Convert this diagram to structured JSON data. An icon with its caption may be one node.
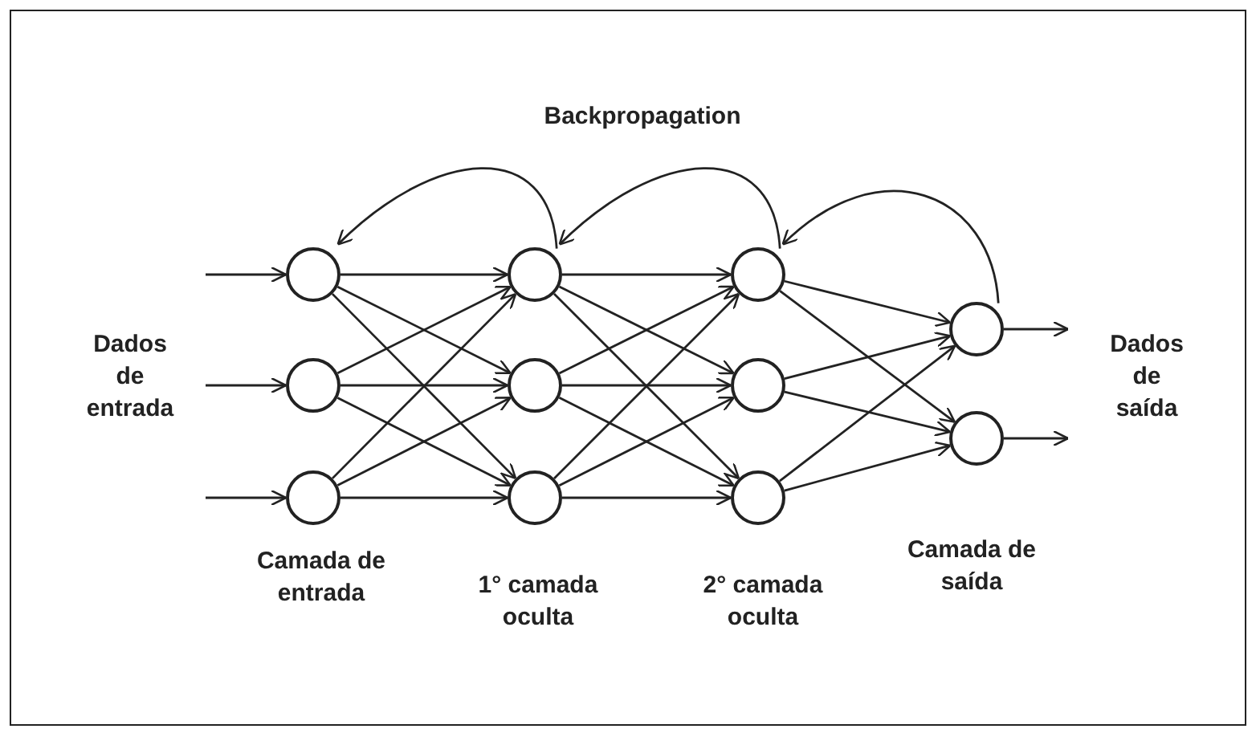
{
  "diagram": {
    "title": "Backpropagation",
    "nodes": [
      {
        "text": [],
        "shape": "circle"
      },
      {
        "text": [],
        "shape": "circle"
      },
      {
        "text": [],
        "shape": "circle"
      },
      {
        "text": [],
        "shape": "circle"
      },
      {
        "text": [],
        "shape": "circle"
      },
      {
        "text": [],
        "shape": "circle"
      },
      {
        "text": [],
        "shape": "circle"
      },
      {
        "text": [],
        "shape": "circle"
      },
      {
        "text": [],
        "shape": "circle"
      },
      {
        "text": [],
        "shape": "circle"
      },
      {
        "text": [],
        "shape": "circle"
      }
    ],
    "edges": [
      {
        "from": null,
        "to": 0,
        "arrow": "to"
      },
      {
        "from": null,
        "to": 1,
        "arrow": "to"
      },
      {
        "from": null,
        "to": 2,
        "arrow": "to"
      },
      {
        "from": 0,
        "to": 3,
        "arrow": "to"
      },
      {
        "from": 0,
        "to": 4,
        "arrow": "to"
      },
      {
        "from": 0,
        "to": 5,
        "arrow": "to"
      },
      {
        "from": 1,
        "to": 3,
        "arrow": "to"
      },
      {
        "from": 1,
        "to": 4,
        "arrow": "to"
      },
      {
        "from": 1,
        "to": 5,
        "arrow": "to"
      },
      {
        "from": 2,
        "to": 3,
        "arrow": "to"
      },
      {
        "from": 2,
        "to": 4,
        "arrow": "to"
      },
      {
        "from": 2,
        "to": 5,
        "arrow": "to"
      },
      {
        "from": 3,
        "to": 6,
        "arrow": "to"
      },
      {
        "from": 3,
        "to": 7,
        "arrow": "to"
      },
      {
        "from": 3,
        "to": 8,
        "arrow": "to"
      },
      {
        "from": 4,
        "to": 6,
        "arrow": "to"
      },
      {
        "from": 4,
        "to": 7,
        "arrow": "to"
      },
      {
        "from": 4,
        "to": 8,
        "arrow": "to"
      },
      {
        "from": 5,
        "to": 6,
        "arrow": "to"
      },
      {
        "from": 5,
        "to": 7,
        "arrow": "to"
      },
      {
        "from": 5,
        "to": 8,
        "arrow": "to"
      },
      {
        "from": 6,
        "to": 9,
        "arrow": "to"
      },
      {
        "from": 6,
        "to": 10,
        "arrow": "to"
      },
      {
        "from": 7,
        "to": 9,
        "arrow": "to"
      },
      {
        "from": 7,
        "to": 10,
        "arrow": "to"
      },
      {
        "from": 8,
        "to": 9,
        "arrow": "to"
      },
      {
        "from": 8,
        "to": 10,
        "arrow": "to"
      },
      {
        "from": 9,
        "to": null,
        "arrow": "to"
      },
      {
        "from": 10,
        "to": null,
        "arrow": "to"
      },
      {
        "from": 3,
        "to": 0,
        "arrow": "to"
      },
      {
        "from": 6,
        "to": 3,
        "arrow": "to"
      },
      {
        "from": 9,
        "to": 6,
        "arrow": "to"
      }
    ],
    "labels": [
      "Dados de entrada",
      "Dados de saída",
      "Camada de entrada",
      "1° camada oculta",
      "2° camada oculta",
      "Camada de saída"
    ]
  }
}
